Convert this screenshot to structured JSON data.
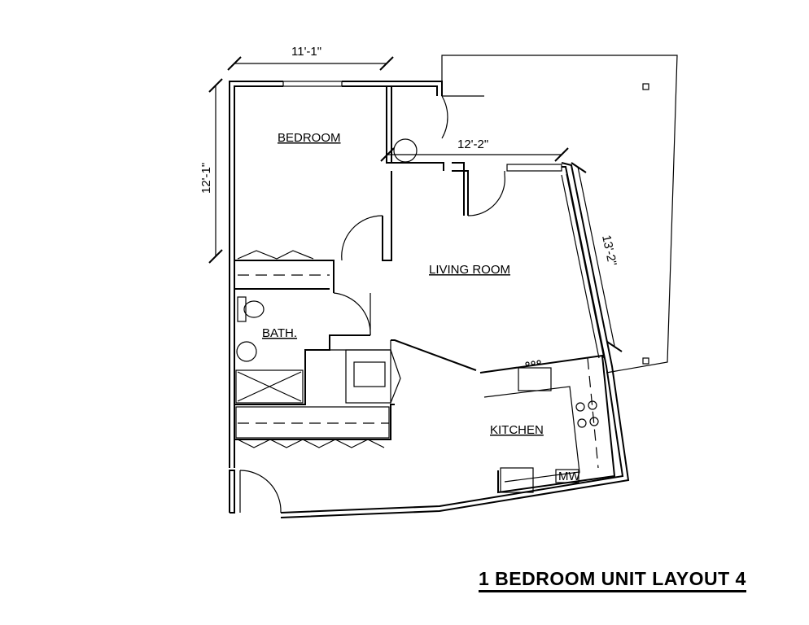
{
  "title": "1 BEDROOM UNIT LAYOUT 4",
  "rooms": {
    "bedroom": "BEDROOM",
    "living_room": "LIVING ROOM",
    "bath": "BATH.",
    "kitchen": "KITCHEN"
  },
  "dimensions": {
    "bedroom_width": "11'-1\"",
    "bedroom_depth": "12'-1\"",
    "living_width": "12'-2\"",
    "living_depth": "13'-2\""
  },
  "appliance_labels": {
    "microwave": "MW"
  }
}
